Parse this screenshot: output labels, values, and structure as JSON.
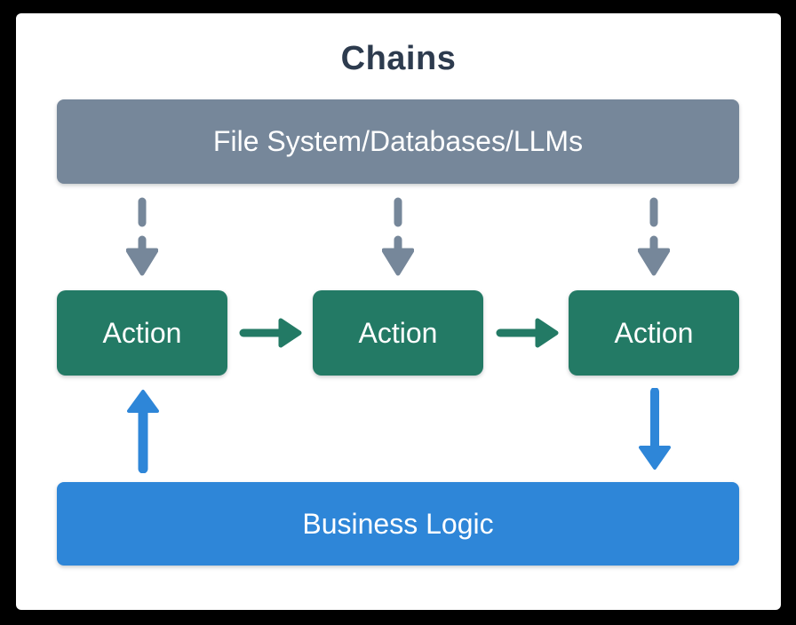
{
  "diagram": {
    "title": "Chains",
    "source_box": {
      "label": "File System/Databases/LLMs",
      "color": "#76879a"
    },
    "actions": [
      {
        "label": "Action"
      },
      {
        "label": "Action"
      },
      {
        "label": "Action"
      }
    ],
    "action_color": "#237a65",
    "business_box": {
      "label": "Business Logic",
      "color": "#2e86d8"
    },
    "colors": {
      "page_background": "#000000",
      "card_background": "#ffffff",
      "title_text": "#2d3b4e",
      "box_text": "#ffffff",
      "dashed_arrow": "#76879a",
      "flow_arrow": "#237a65",
      "feedback_arrow": "#2e86d8"
    },
    "icons": {
      "dashed_down_arrow": "dashed downward arrow (resource to action)",
      "right_arrow": "solid right arrow (action to action)",
      "up_arrow": "solid upward arrow (business logic to action)",
      "down_arrow": "solid downward arrow (action to business logic)"
    }
  }
}
